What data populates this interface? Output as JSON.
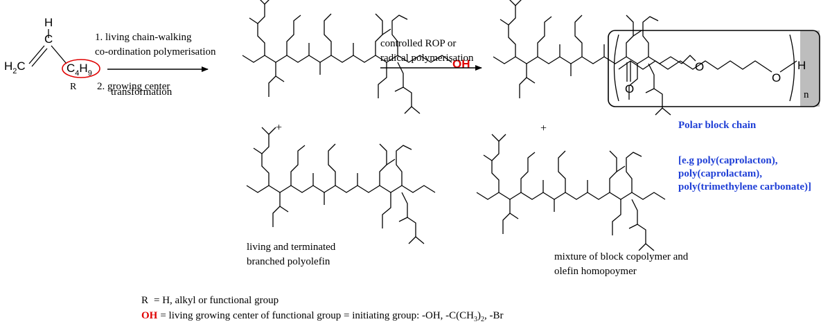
{
  "monomer": {
    "h": "H",
    "h2": "H",
    "h2_sub": "2",
    "c": "C",
    "c4": "C",
    "c4_sub": "4",
    "h9": "H",
    "h9_sub": "9",
    "r": "R"
  },
  "step1": {
    "line1": "1. living chain-walking",
    "line2": "co-ordination polymerisation",
    "line3a": "2. growing center",
    "line3b": "transformation"
  },
  "step2": {
    "line1": "controlled ROP or",
    "line2": "radical polymerisation"
  },
  "oh_label": "OH",
  "plus": "+",
  "ester_o": "O",
  "carbonyl_o": "O",
  "ether_o": "O",
  "end_h": "H",
  "repeat_n": "n",
  "polar_block": {
    "title": "Polar block chain",
    "ex1": "[e.g poly(caprolacton),",
    "ex2": "poly(caprolactam),",
    "ex3": "poly(trimethylene carbonate)]"
  },
  "labels": {
    "living1": "living and terminated",
    "living2": "branched polyolefin",
    "mixture1": "mixture of block copolymer and",
    "mixture2": "olefin homopoymer"
  },
  "legend": {
    "r_sym": "R",
    "r_def": "= H, alkyl or functional group",
    "oh_sym": "OH",
    "oh_def_pre": "= living growing center of functional group = initiating group: -OH, -C(CH",
    "oh_def_sub": "3",
    "oh_def_post": ")",
    "oh_def_sub2": "2",
    "oh_def_end": ", -Br"
  },
  "colors": {
    "accent_red": "#e00000",
    "accent_blue": "#1f3fd6",
    "box_gray": "#bdbdbd"
  }
}
